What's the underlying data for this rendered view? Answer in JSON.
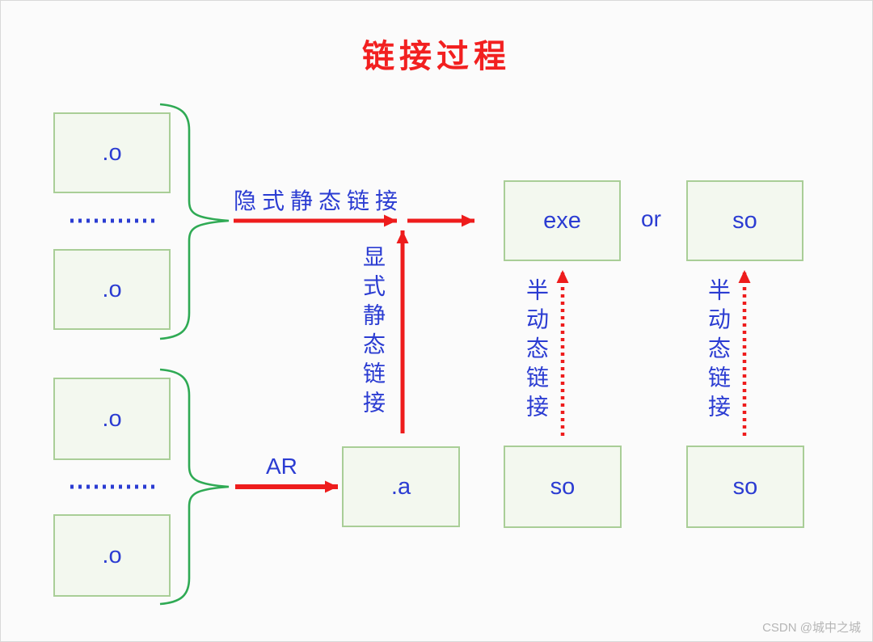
{
  "title": "链接过程",
  "nodes": {
    "object_file_top_1": ".o",
    "object_file_top_2": ".o",
    "object_file_bottom_1": ".o",
    "object_file_bottom_2": ".o",
    "exe": "exe",
    "so_top": "so",
    "static_lib": ".a",
    "so_bottom_left": "so",
    "so_bottom_right": "so"
  },
  "labels": {
    "implicit_static_link": "隐式静态链接",
    "explicit_static_link": "显式静态链接",
    "archive_tool": "AR",
    "or": "or",
    "semi_dynamic_link_left": "半动态链接",
    "semi_dynamic_link_right": "半动态链接"
  },
  "watermark": "CSDN @城中之城",
  "colors": {
    "title_red": "#f22020",
    "arrow_red": "#ee1c1c",
    "text_blue": "#2b3cd2",
    "box_border_green": "#a9ce97",
    "box_fill_green": "#f3f8ef",
    "brace_green": "#2faa54",
    "dots_blue": "#2b3cd2",
    "watermark_gray": "#b5b5b5"
  }
}
